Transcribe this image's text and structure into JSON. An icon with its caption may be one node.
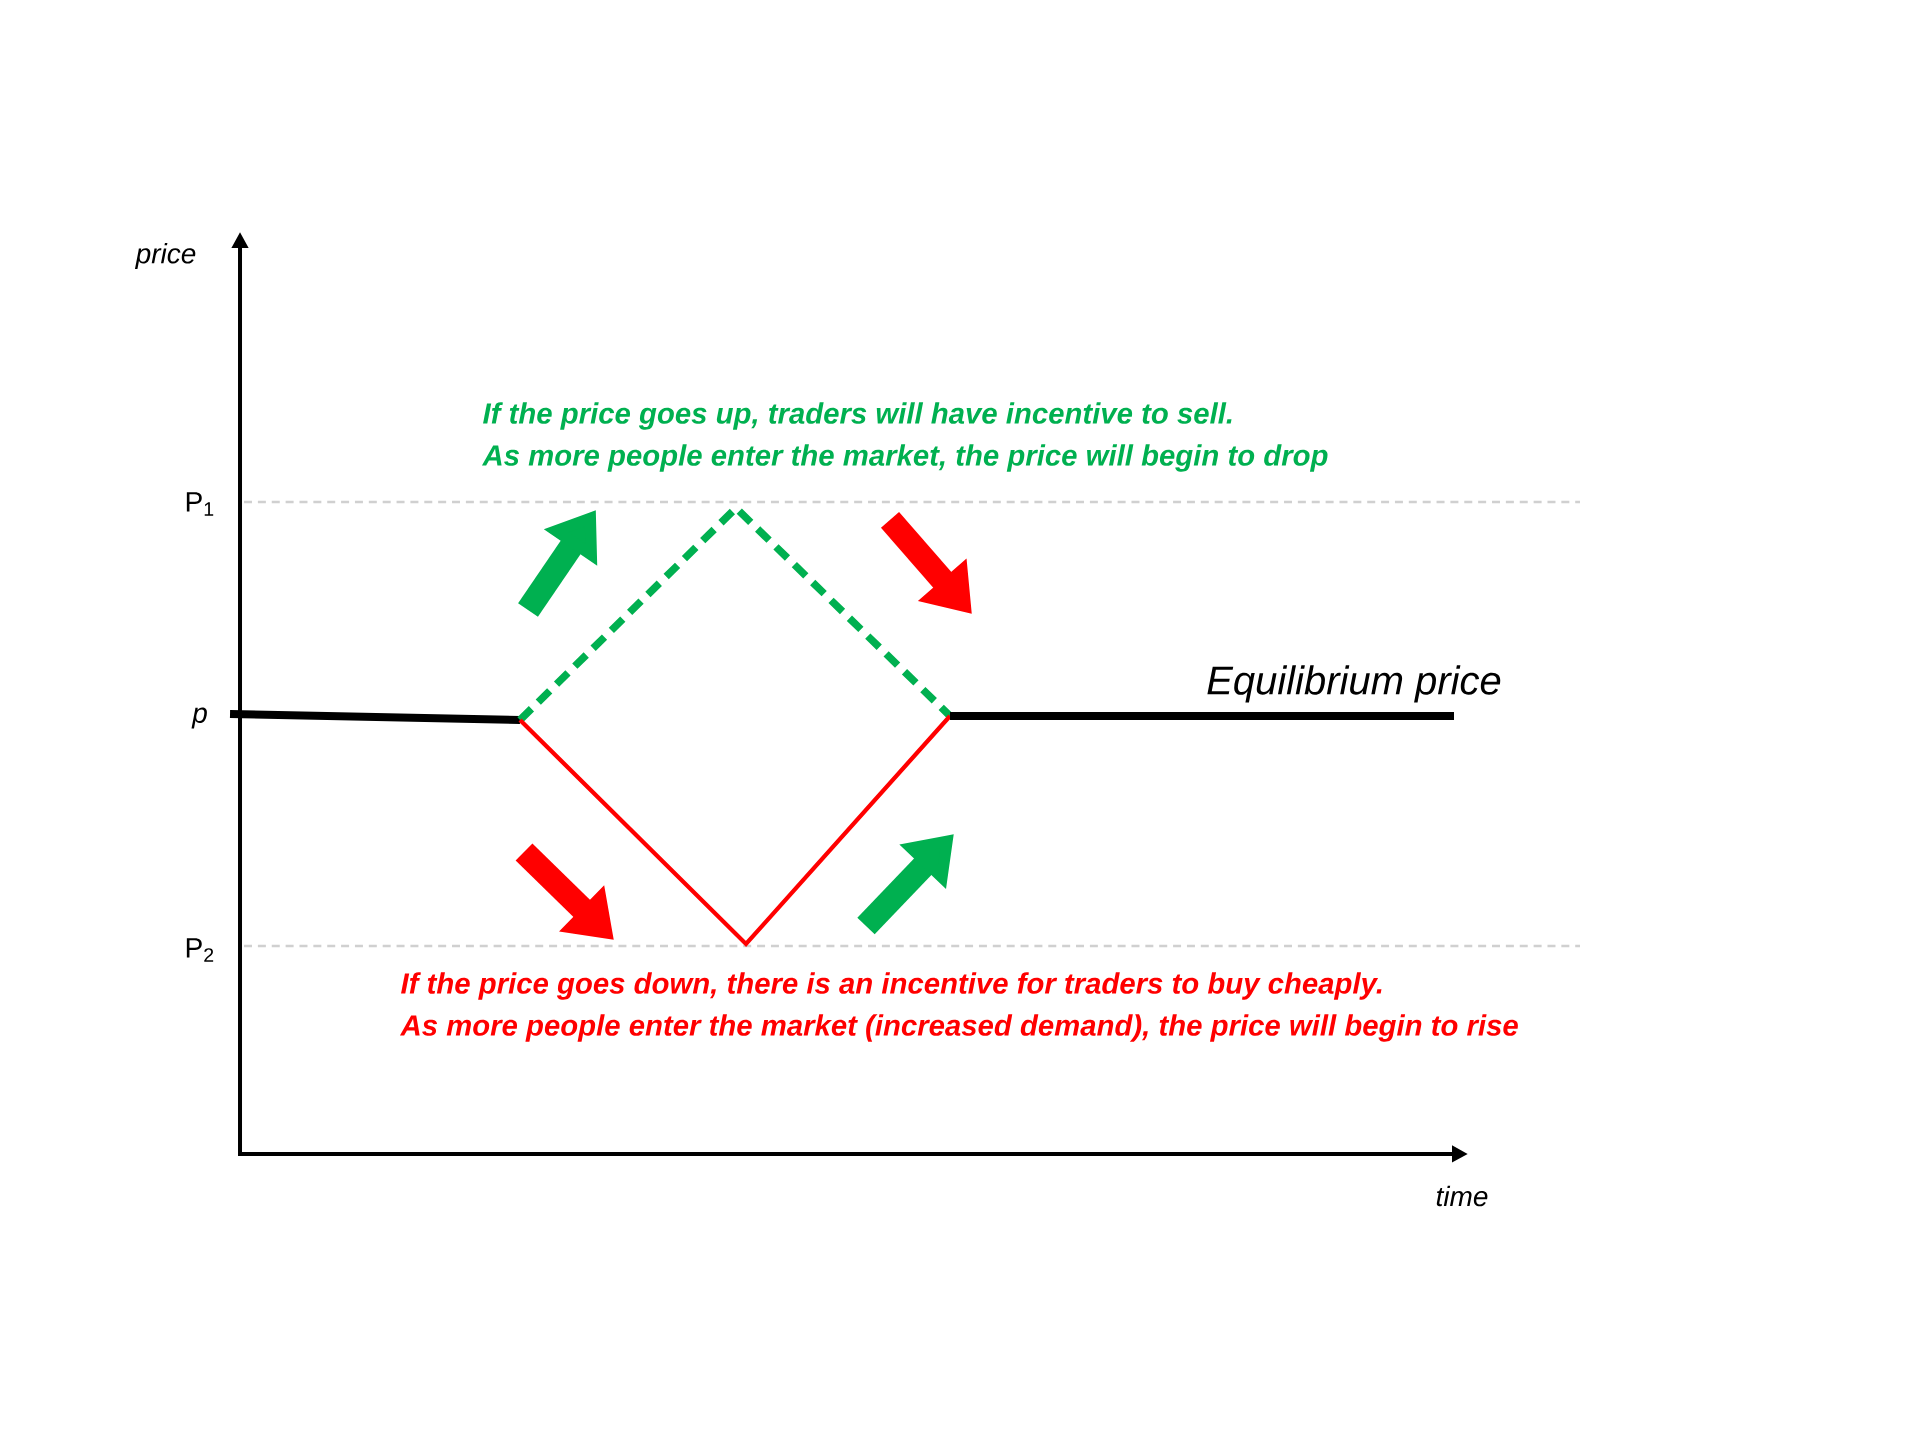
{
  "diagram": {
    "labels": [
      "price",
      "If the price goes up, traders will have incentive to sell.",
      "As more people enter the market, the price will begin to drop",
      "P$_{1}$",
      "Equilibrium price",
      "p",
      "P$_{2}$",
      "If the price goes down, there is an incentive for traders to buy cheaply.",
      "As more people enter the market (increased demand), the price will begin to rise",
      "time"
    ]
  }
}
